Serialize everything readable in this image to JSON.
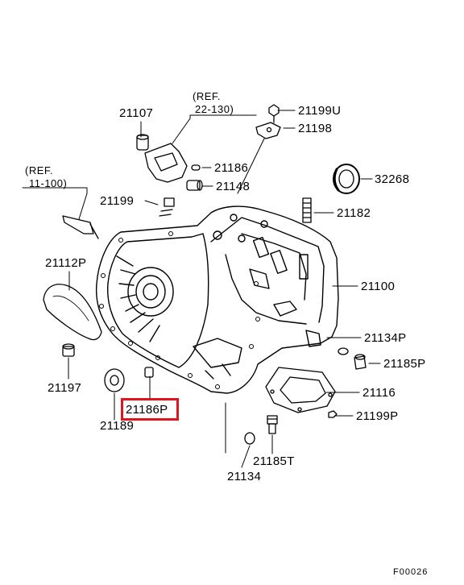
{
  "labels": {
    "p21107": "21107",
    "ref_22": "(REF.",
    "ref_22_num": "22-130)",
    "p21199U": "21199U",
    "p21198": "21198",
    "p32268": "32268",
    "ref_11": "(REF.",
    "ref_11_num": "11-100)",
    "p21186": "21186",
    "p21148": "21148",
    "p21199": "21199",
    "p21182": "21182",
    "p21112P": "21112P",
    "p21100": "21100",
    "p21134P": "21134P",
    "p21185P": "21185P",
    "p21197": "21197",
    "p21116": "21116",
    "p21186P": "21186P",
    "p21189": "21189",
    "p21199P": "21199P",
    "p21185T": "21185T",
    "p21134": "21134"
  },
  "highlight": {
    "color": "#e0141e"
  },
  "figure_code": "F00026"
}
